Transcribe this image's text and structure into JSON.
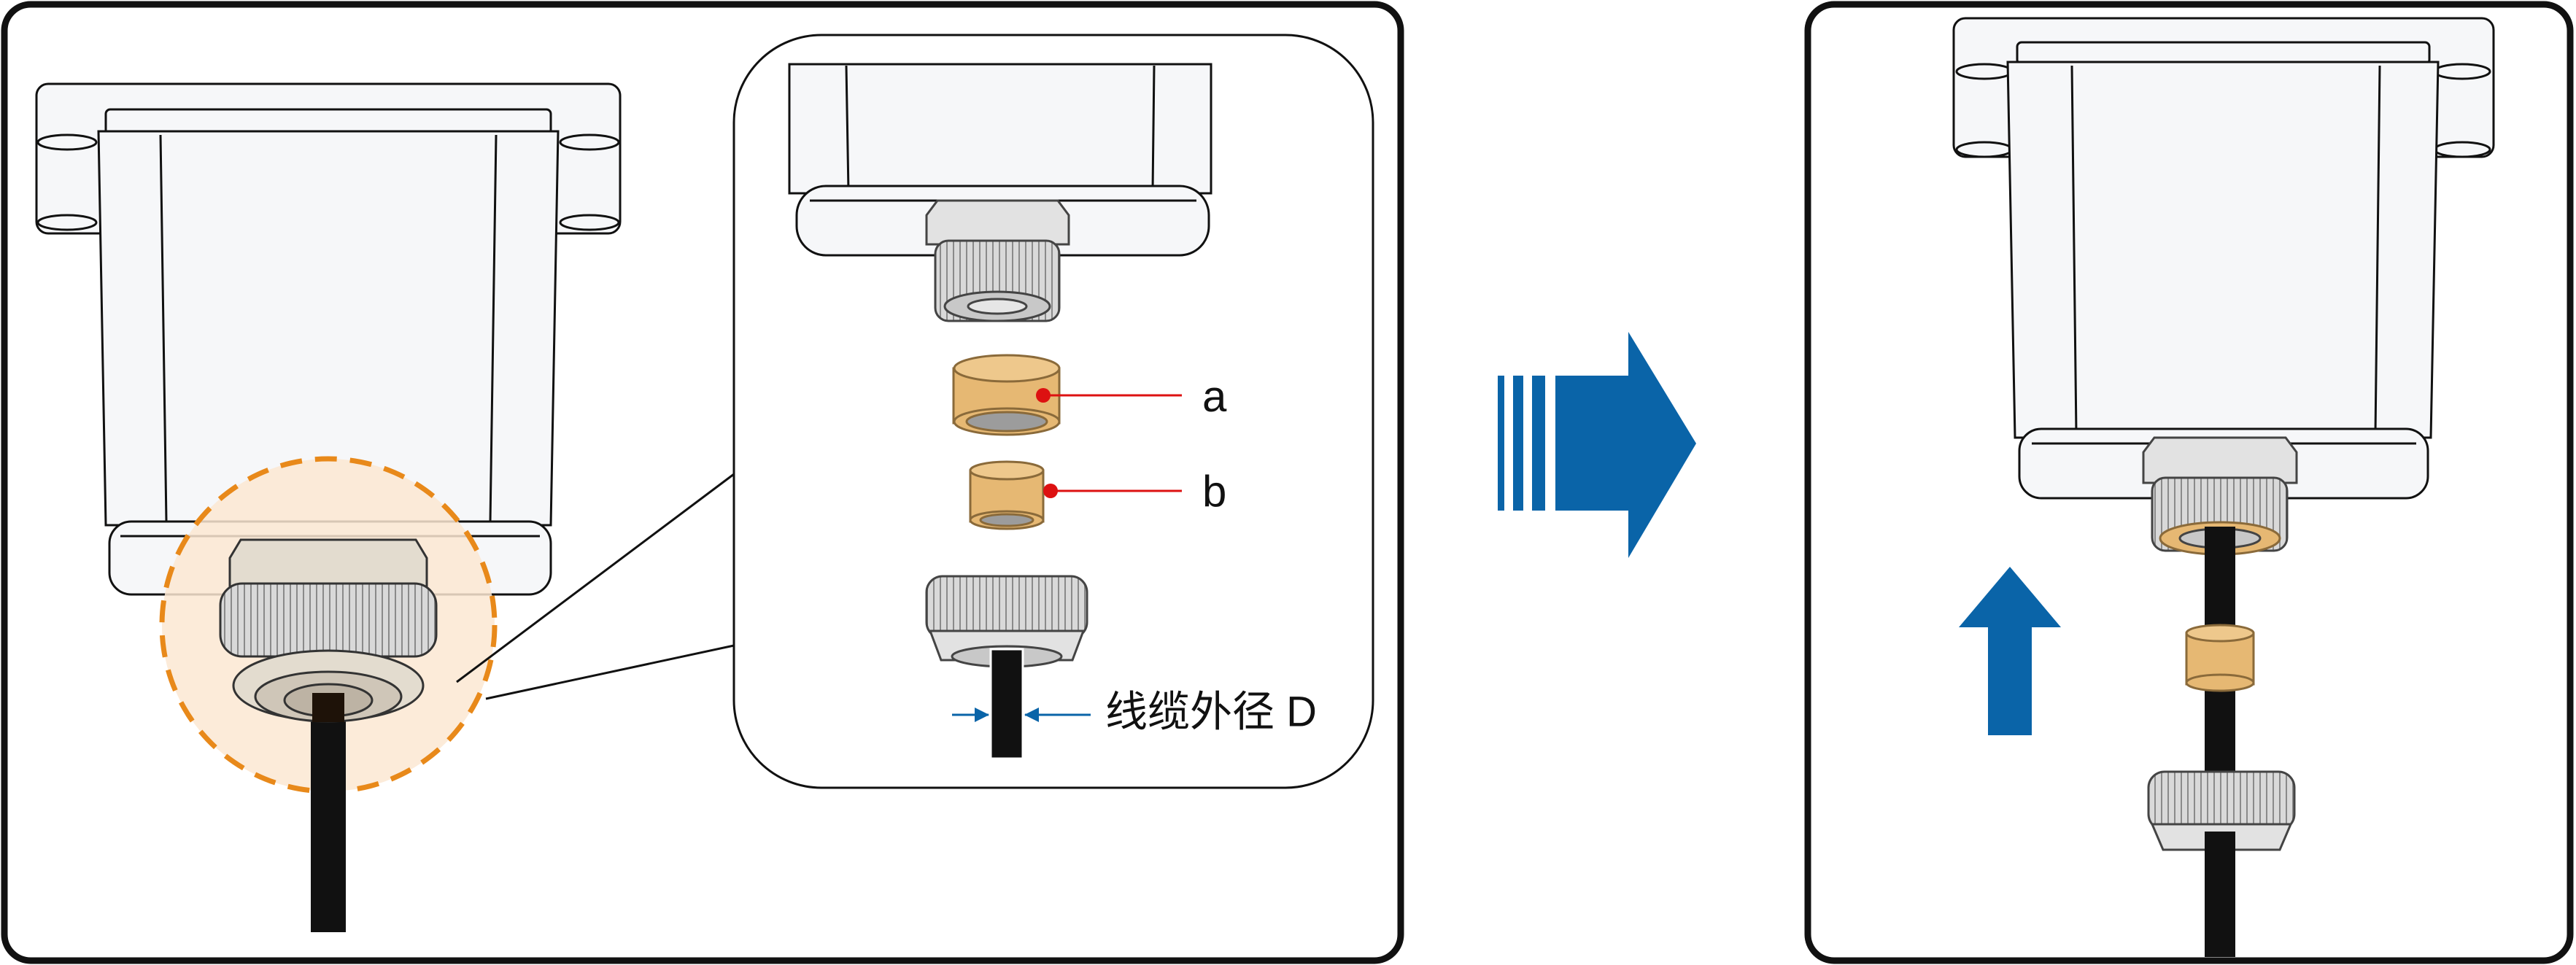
{
  "labels": {
    "a": "a",
    "b": "b",
    "cable_diameter": "线缆外径 D"
  },
  "colors": {
    "frame": "#111111",
    "enclosure_fill": "#f6f7f9",
    "callout_circle": "#e8891a",
    "callout_fill": "#fbe7d2",
    "seal_ring": "#e6b873",
    "leader_line": "#dd1111",
    "arrow_blue": "#0a64a8",
    "cable": "#111111",
    "gland_gray": "#d4d4d4"
  },
  "icons": {
    "step_arrow": "right-arrow-icon",
    "insert_arrow": "up-arrow-icon"
  }
}
